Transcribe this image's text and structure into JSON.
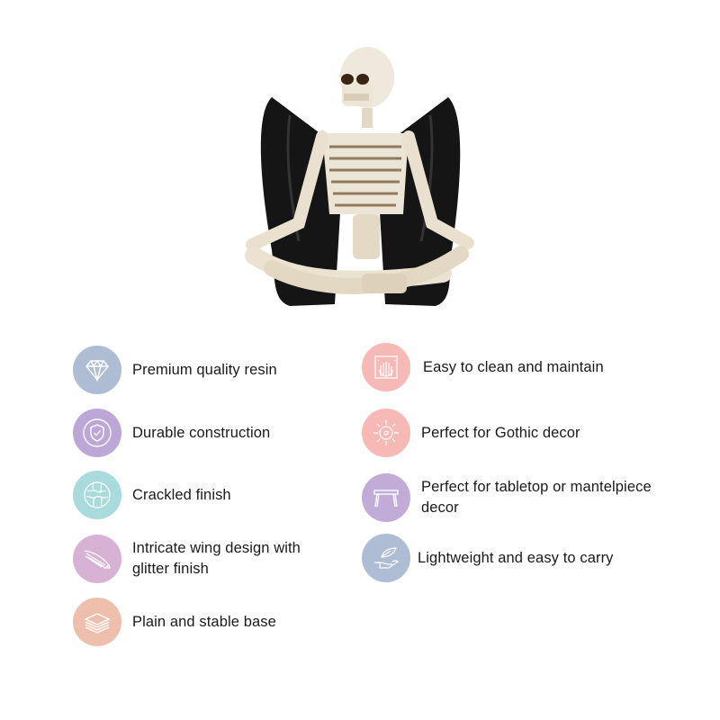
{
  "product": {
    "image_alt": "Skeleton figurine with black wings sitting in meditation pose"
  },
  "features_left": [
    {
      "label": "Premium quality resin",
      "icon": "diamond-icon",
      "color": "#aebdd4"
    },
    {
      "label": "Durable construction",
      "icon": "shield-check-icon",
      "color": "#bda7d6"
    },
    {
      "label": "Crackled finish",
      "icon": "crackle-icon",
      "color": "#a9dadc"
    },
    {
      "label": "Intricate wing design with glitter finish",
      "icon": "wing-icon",
      "color": "#d8b2d4"
    },
    {
      "label": "Plain and stable base",
      "icon": "layers-icon",
      "color": "#efbfad"
    }
  ],
  "features_right": [
    {
      "label": "Easy to clean and maintain",
      "icon": "cleaning-hand-icon",
      "color": "#f7b9b6"
    },
    {
      "label": "Perfect for Gothic decor",
      "icon": "sun-eye-icon",
      "color": "#f7b9b6"
    },
    {
      "label": "Perfect for tabletop or mantelpiece decor",
      "icon": "table-icon",
      "color": "#c0acd7"
    },
    {
      "label": "Lightweight and easy to carry",
      "icon": "feather-hand-icon",
      "color": "#aebdd4"
    }
  ]
}
